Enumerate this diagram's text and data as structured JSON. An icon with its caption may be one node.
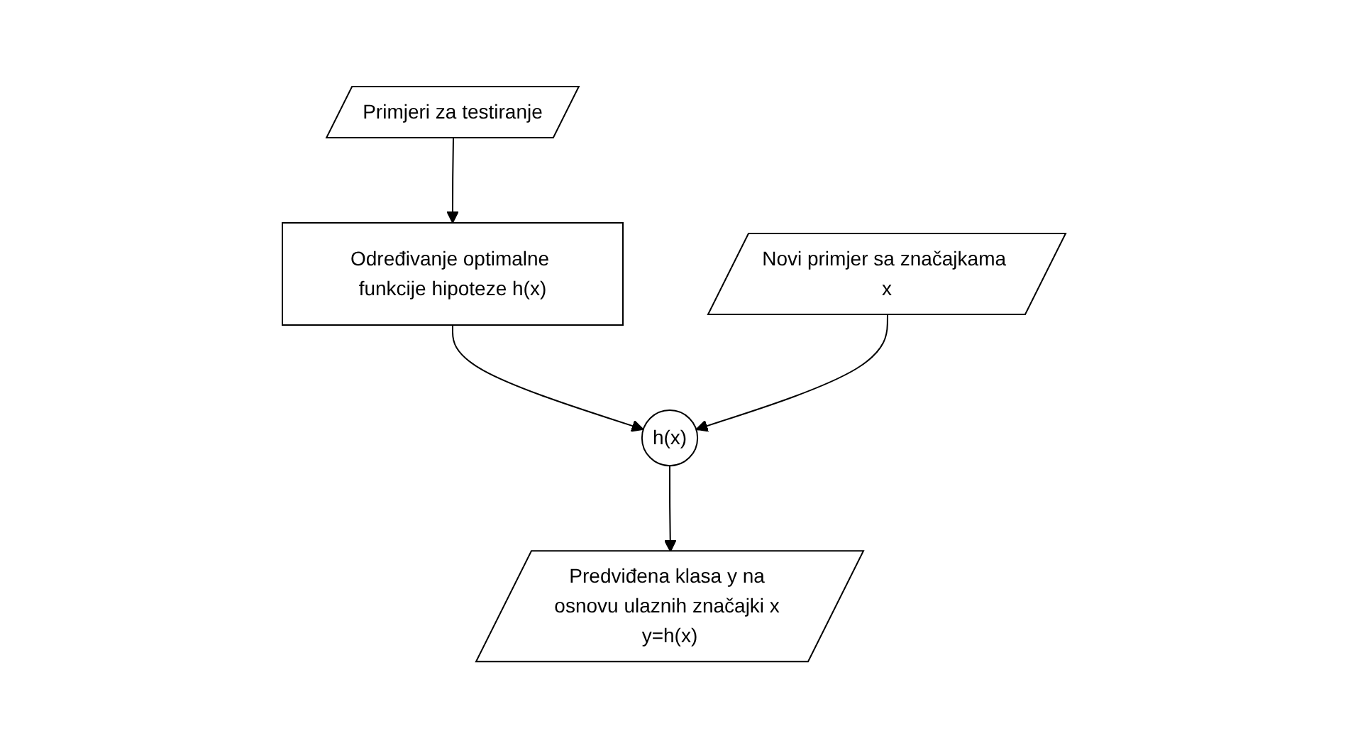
{
  "diagram": {
    "nodes": [
      {
        "text": [
          "Primjeri za testiranje"
        ]
      },
      {
        "text": [
          "Određivanje optimalne funkcije hipoteze h(x)"
        ]
      },
      {
        "text": [
          "Novi primjer sa značajkama x"
        ]
      },
      {
        "text": [
          "h(x)"
        ]
      },
      {
        "text": [
          "Predviđena klasa y na osnovu ulaznih značajki x y=h(x)"
        ]
      }
    ],
    "edges": [
      {
        "from": 0,
        "to": 1,
        "arrow": "to"
      },
      {
        "from": 1,
        "to": 3,
        "arrow": "to"
      },
      {
        "from": 2,
        "to": 3,
        "arrow": "to"
      },
      {
        "from": 3,
        "to": 4,
        "arrow": "to"
      }
    ]
  }
}
